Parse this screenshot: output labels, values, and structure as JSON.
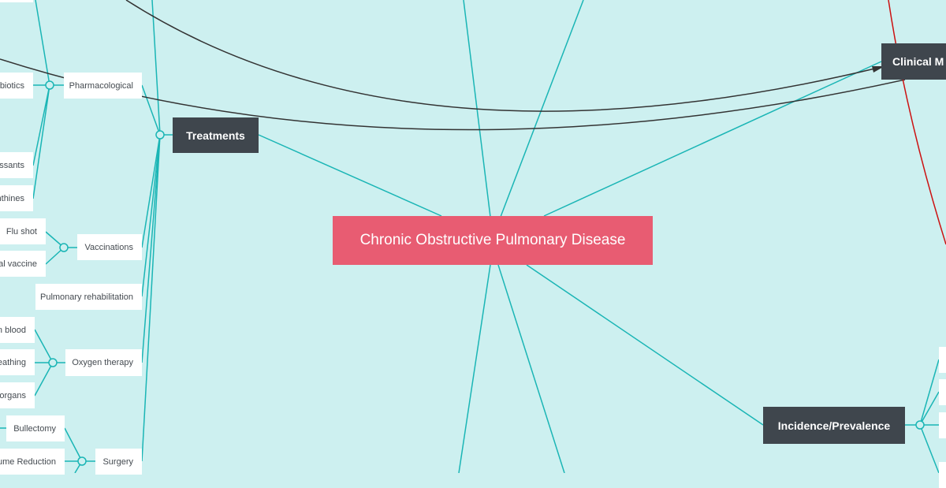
{
  "central": "Chronic Obstructive Pulmonary Disease",
  "main": {
    "treatments": "Treatments",
    "clinical": "Clinical M",
    "incidence": "Incidence/Prevalence"
  },
  "treatments": {
    "pharmacological": "Pharmacological",
    "vaccinations": "Vaccinations",
    "rehab": "Pulmonary rehabilitation",
    "oxygen": "Oxygen therapy",
    "surgery": "Surgery"
  },
  "pharm_children": [
    "biotics",
    "essants",
    "nthines"
  ],
  "vacc_children": [
    "Flu shot",
    "al vaccine"
  ],
  "oxygen_children": [
    "n blood",
    "eathing",
    "organs"
  ],
  "surgery_children": [
    "Bullectomy",
    "ume Reduction"
  ],
  "colors": {
    "background": "#cdf0f0",
    "line": "#1ab5b5",
    "central": "#e85c72",
    "dark": "#3f464d",
    "relation": "#333333",
    "boundary": "#cc1111"
  }
}
